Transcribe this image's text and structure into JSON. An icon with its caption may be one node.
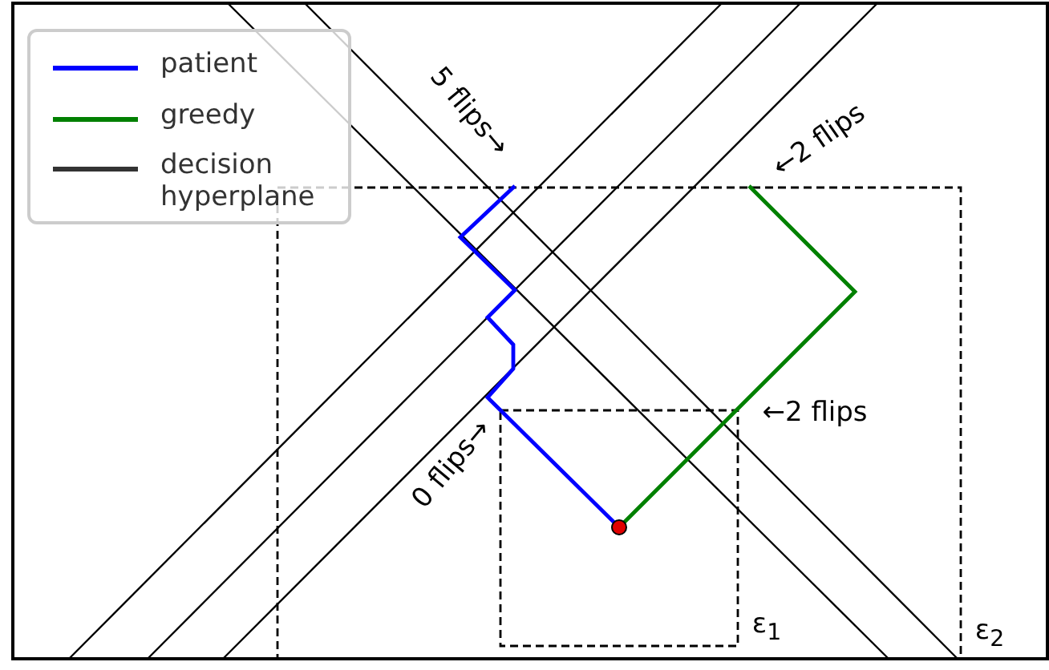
{
  "diagram": {
    "labels": [
      "5 flips→",
      "←2 flips",
      "←2 flips",
      "0 flips→",
      "ε$_{1}$",
      "ε$_{2}$"
    ],
    "legend": [
      {
        "text": "patient",
        "color": "#0000ff"
      },
      {
        "text": "greedy",
        "color": "#008000"
      },
      {
        "text": "decision hyperplane",
        "color": "#333333"
      }
    ]
  }
}
